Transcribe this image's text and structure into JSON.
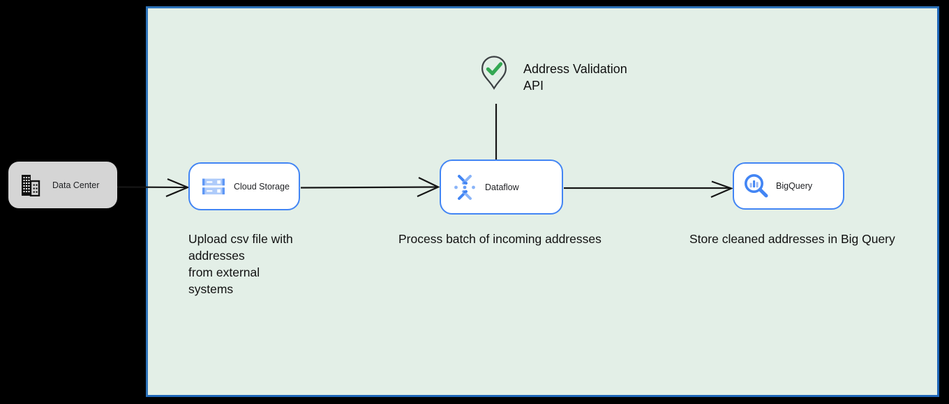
{
  "colors": {
    "background": "#000000",
    "canvas_fill": "#E3EFE7",
    "canvas_border": "#2E74BA",
    "node_border_blue": "#4285F4",
    "node_gray_fill": "#D5D5D5",
    "check_green": "#34A853",
    "connector": "#161616"
  },
  "nodes": {
    "data_center": {
      "label": "Data Center",
      "icon": "building-icon"
    },
    "cloud_storage": {
      "label": "Cloud Storage",
      "icon": "cloud-storage-icon",
      "caption": "Upload csv file with\naddresses\nfrom external\nsystems"
    },
    "dataflow": {
      "label": "Dataflow",
      "icon": "dataflow-icon",
      "caption": "Process batch of incoming addresses"
    },
    "bigquery": {
      "label": "BigQuery",
      "icon": "bigquery-icon",
      "caption": "Store cleaned addresses in Big Query"
    },
    "address_validation_api": {
      "label": "Address Validation\nAPI",
      "icon": "location-pin-check-icon"
    }
  }
}
